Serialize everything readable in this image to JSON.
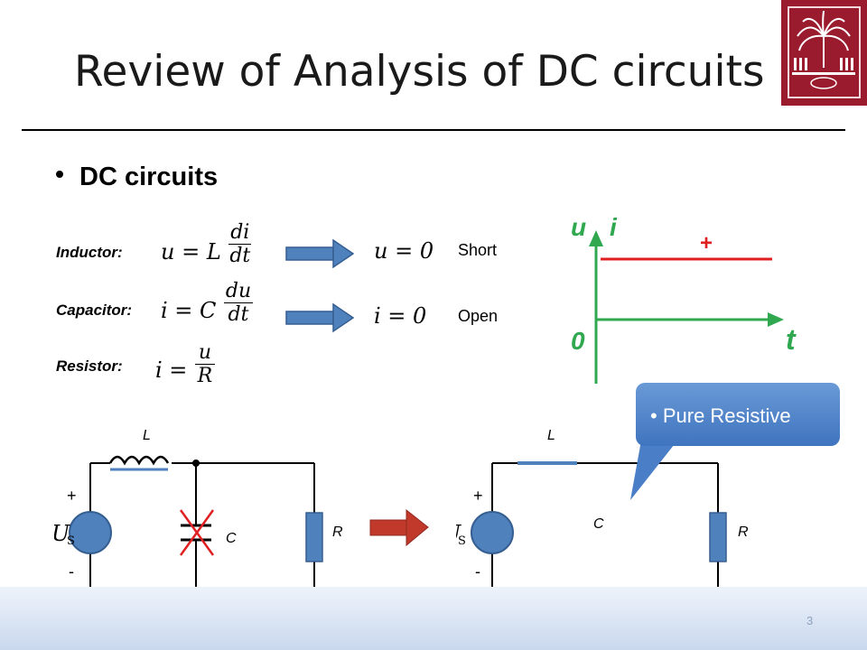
{
  "slide": {
    "title": "Review of Analysis of DC circuits",
    "bullet": "DC circuits",
    "page_number": "3"
  },
  "equations": {
    "inductor": {
      "label": "Inductor:",
      "lhs": "u = L",
      "num": "di",
      "den": "dt",
      "result": "u = 0",
      "word": "Short"
    },
    "capacitor": {
      "label": "Capacitor:",
      "lhs": "i = C",
      "num": "du",
      "den": "dt",
      "result": "i = 0",
      "word": "Open"
    },
    "resistor": {
      "label": "Resistor:",
      "lhs": "i =",
      "num": "u",
      "den": "R"
    }
  },
  "graph": {
    "u": "u",
    "i": "i",
    "plus": "+",
    "origin": "0",
    "t": "t",
    "axis_color": "#2fa84f",
    "line_color": "#e02020"
  },
  "callout": {
    "text": "Pure Resistive"
  },
  "circuit_left": {
    "L": "L",
    "C": "C",
    "R": "R",
    "plus": "+",
    "minus": "-",
    "source": "U",
    "source_sub": "S"
  },
  "circuit_right": {
    "L": "L",
    "C": "C",
    "R": "R",
    "plus": "+",
    "minus": "-",
    "source": "U",
    "source_sub": "S"
  },
  "colors": {
    "accent": "#4f81bd",
    "logo": "#9b1b2e",
    "arrow_red": "#c0392b"
  }
}
